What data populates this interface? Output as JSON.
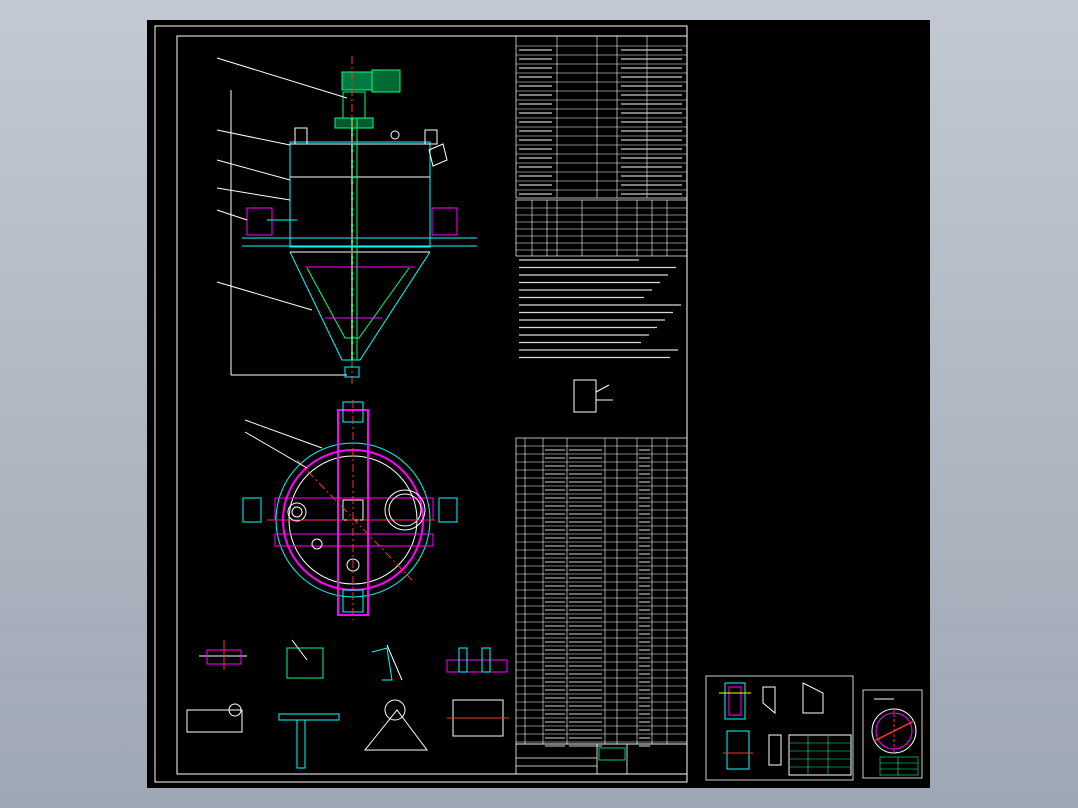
{
  "window": {
    "title": ""
  },
  "sheets": {
    "main": {
      "label": ""
    },
    "side_a": {
      "label": ""
    },
    "side_b": {
      "label": ""
    }
  },
  "colors": {
    "background": "#b2bac5",
    "sheet": "#000000",
    "frame": "#ffffff",
    "outline": "#ffffff",
    "section": "#ff00ff",
    "centerline": "#ff3030",
    "accent_cyan": "#00ffff",
    "accent_green": "#00ff7f",
    "accent_yellow": "#ffff00",
    "table_text": "#e0e0e0"
  },
  "drawing": {
    "subject": "",
    "tables": [
      "technical-characteristics-table",
      "nozzle-table",
      "parts-list-table",
      "title-block"
    ],
    "views": [
      "front-elevation",
      "top-plan-view",
      "detail-views",
      "small-support-detail"
    ]
  }
}
